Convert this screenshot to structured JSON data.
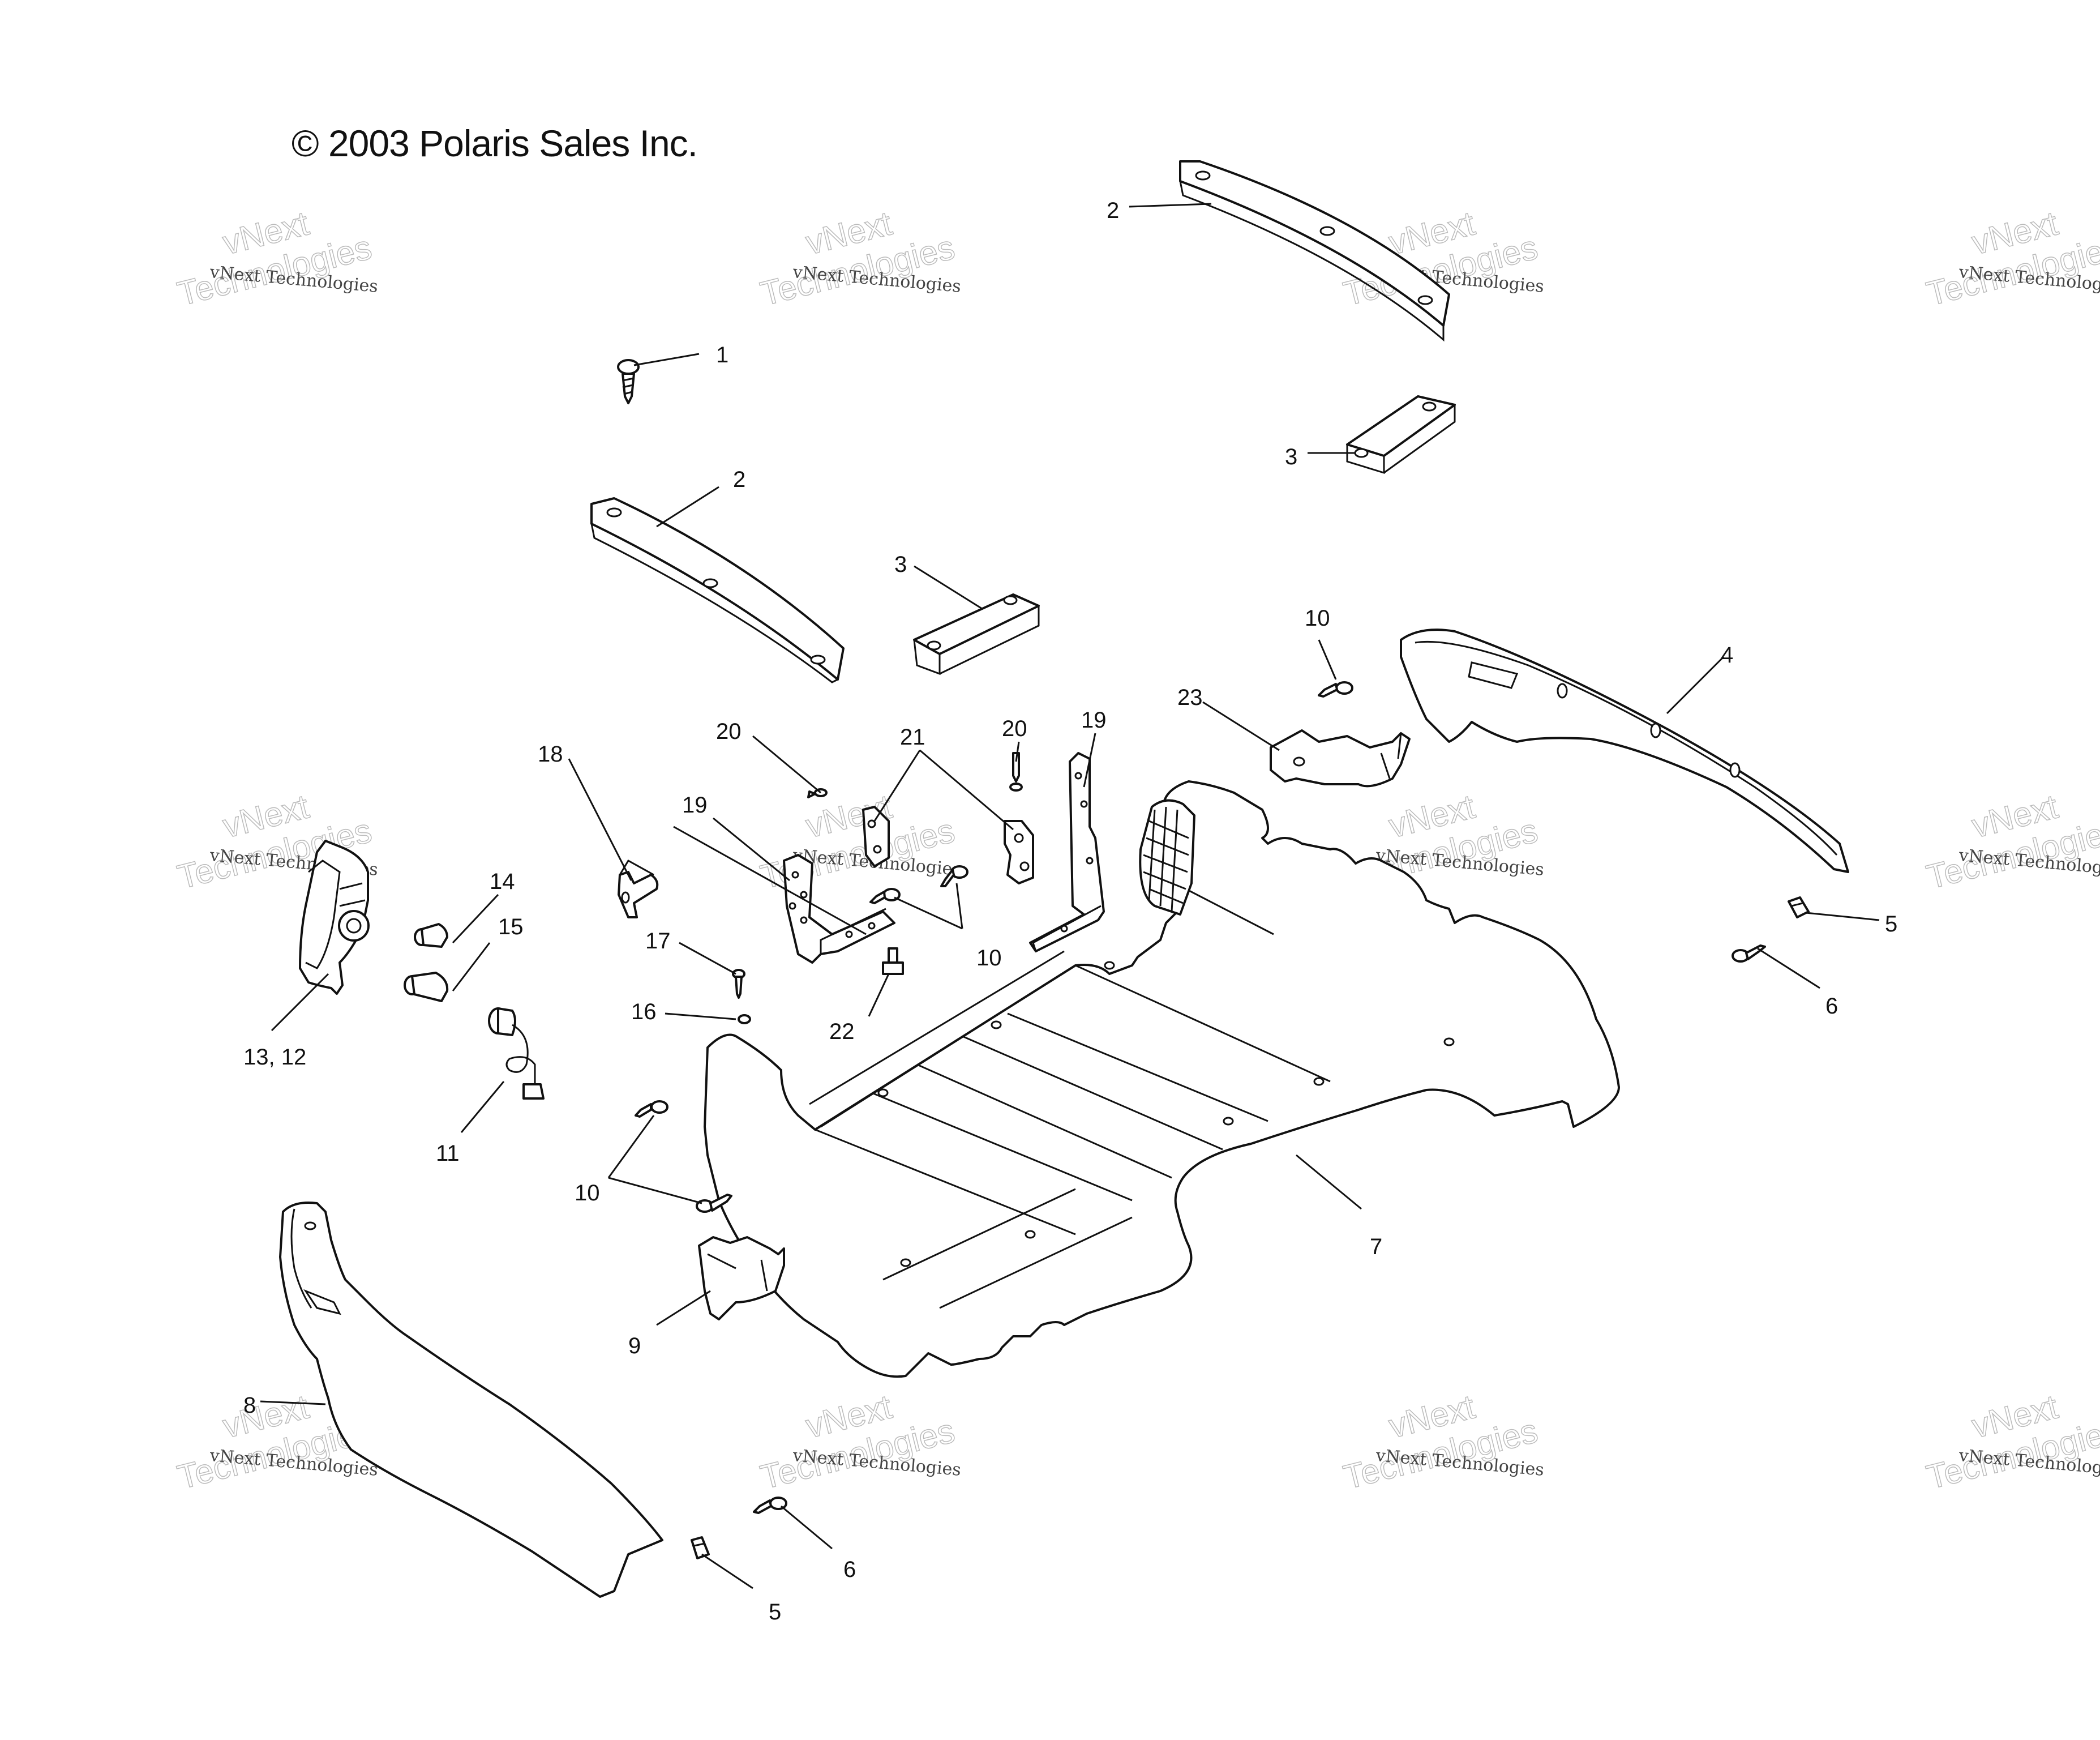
{
  "copyright": "© 2003 Polaris Sales Inc.",
  "watermark": {
    "small": "vNext Technologies",
    "big_top": "vNext",
    "big_bottom": "Technologies"
  },
  "callouts": {
    "c1": "1",
    "c2a": "2",
    "c2b": "2",
    "c3a": "3",
    "c3b": "3",
    "c4": "4",
    "c5a": "5",
    "c5b": "5",
    "c6a": "6",
    "c6b": "6",
    "c7": "7",
    "c8": "8",
    "c9": "9",
    "c10a": "10",
    "c10b": "10",
    "c10c": "10",
    "c11": "11",
    "c13_12": "13,  12",
    "c14": "14",
    "c15": "15",
    "c16": "16",
    "c17": "17",
    "c18": "18",
    "c19a": "19",
    "c19b": "19",
    "c20a": "20",
    "c20b": "20",
    "c21": "21",
    "c22": "22",
    "c23": "23"
  }
}
